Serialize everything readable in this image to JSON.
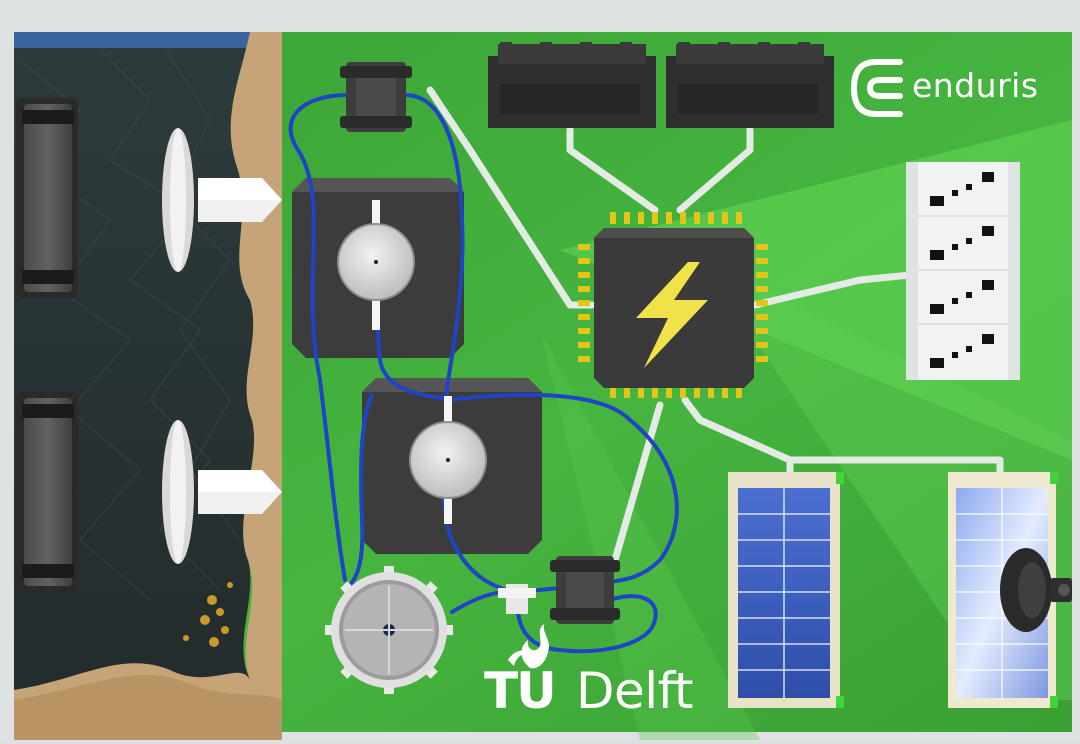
{
  "logos": {
    "enduris": "enduris",
    "tu": "TU",
    "delft": "Delft"
  },
  "colors": {
    "board_green": "#3fab3b",
    "board_light_green": "#5fd454",
    "water_dark": "#2f3838",
    "sand": "#c9a97c",
    "tube_blue": "#1f47c8",
    "chip_body": "#3b3b3b",
    "chip_pins": "#e2c51b",
    "lightning_yellow": "#f2e24a",
    "solar_blue": "#3f5fbf",
    "trace_white": "#e9eeea"
  },
  "icons": {
    "chip_symbol": "lightning-bolt-icon",
    "enduris_mark": "enduris-e-mark-icon",
    "tudelft_mark": "tudelft-flame-icon"
  }
}
